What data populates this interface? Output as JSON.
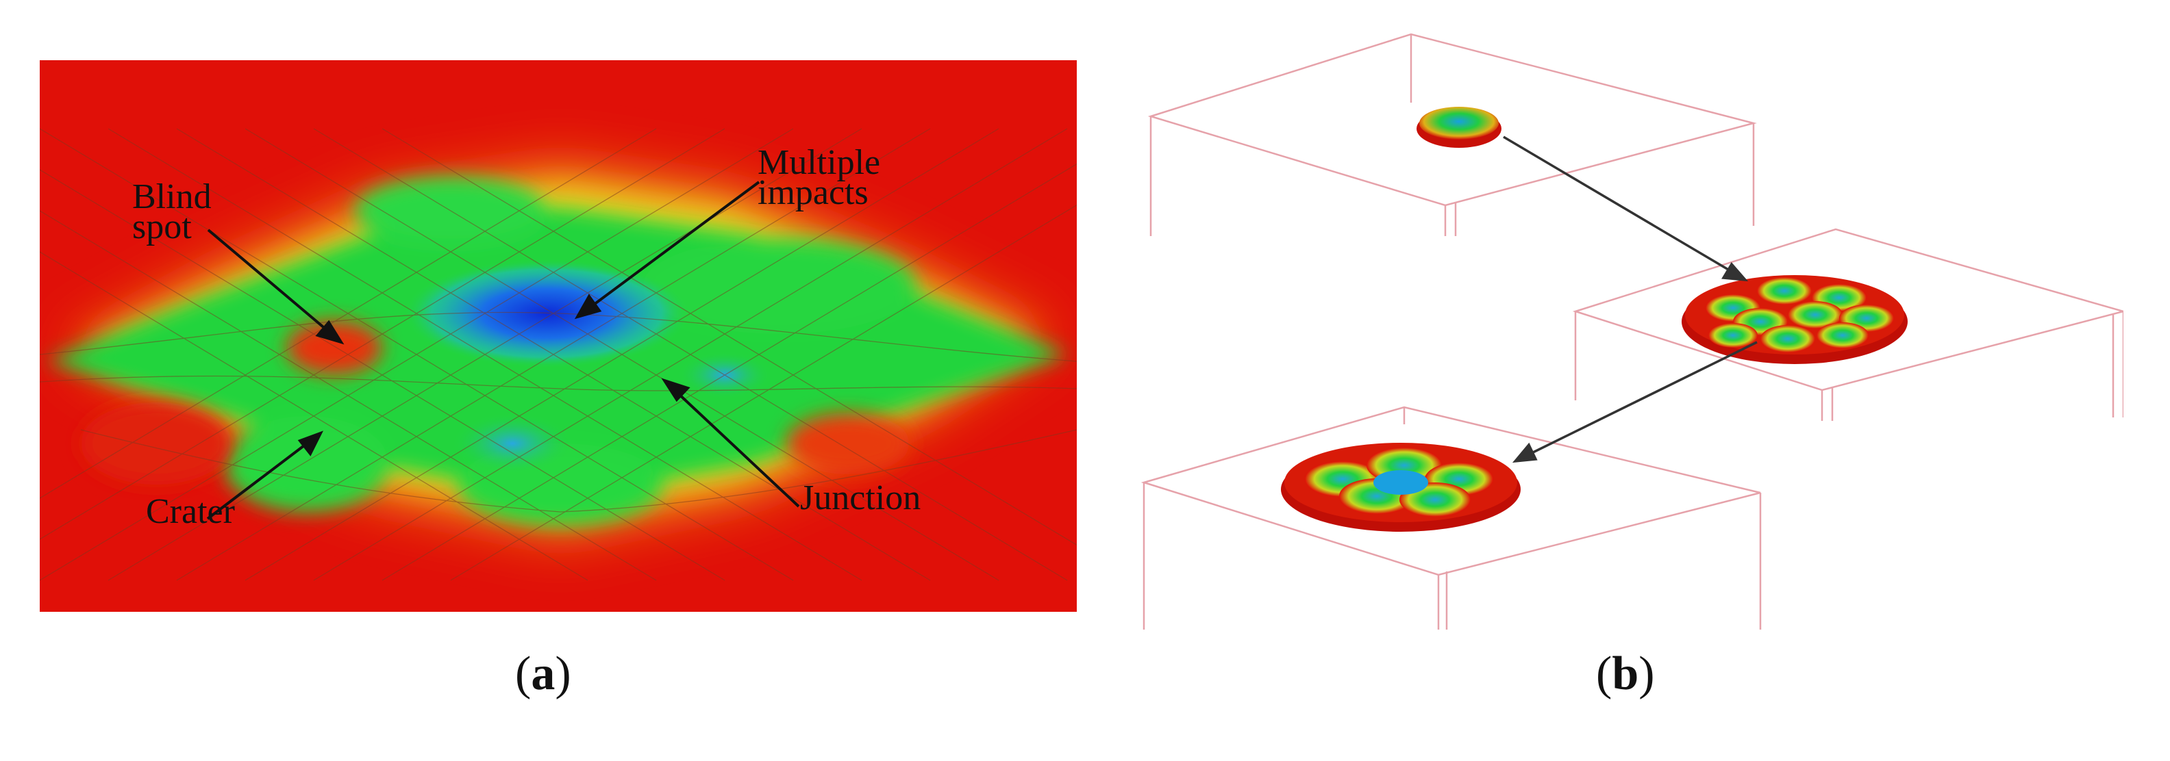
{
  "panel_a": {
    "annotations": {
      "blind_spot": [
        "Blind",
        "spot"
      ],
      "multiple_impacts": [
        "Multiple",
        "impacts"
      ],
      "crater": "Crater",
      "junction": "Junction"
    },
    "caption": {
      "open": "(",
      "letter": "a",
      "close": ")"
    }
  },
  "panel_b": {
    "caption": {
      "open": "(",
      "letter": "b",
      "close": ")"
    }
  },
  "colors": {
    "background_red": "#e01008",
    "green": "#22d63a",
    "blue": "#1a3fe0",
    "yellow": "#e8e020",
    "box_outline": "#e6a2aa",
    "arrow": "#222222"
  }
}
